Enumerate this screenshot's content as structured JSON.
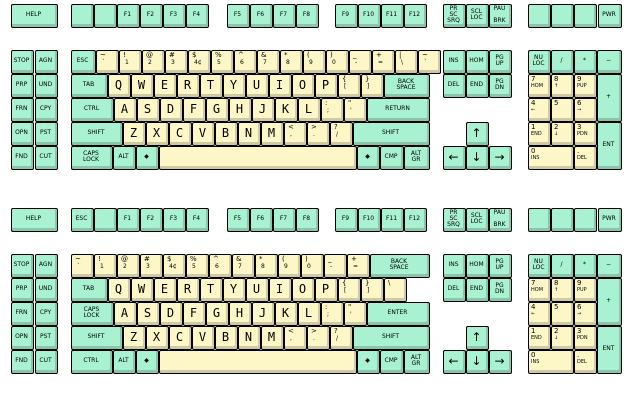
{
  "colors": {
    "function_key": "#a8f2d2",
    "alpha_key": "#fdf7c8",
    "border": "#000000"
  },
  "keyboards": [
    {
      "layout": "us",
      "function_row": {
        "help": "HELP",
        "f1": "F1",
        "f2": "F2",
        "f3": "F3",
        "f4": "F4",
        "f5": "F5",
        "f6": "F6",
        "f7": "F7",
        "f8": "F8",
        "f9": "F9",
        "f10": "F10",
        "f11": "F11",
        "f12": "F12",
        "prsc_srq": "PR\nSC\nSRQ",
        "scl_loc": "SCL\nLOC",
        "pau_brk": "PAU\n\nBRK",
        "pwr": "PWR"
      },
      "side_keys": [
        "STOP",
        "AGN",
        "PRP",
        "UND",
        "FRN",
        "CPY",
        "OPN",
        "PST",
        "FND",
        "CUT"
      ],
      "number_row": [
        {
          "t": "~",
          "b": "`"
        },
        {
          "t": "!",
          "b": "1"
        },
        {
          "t": "@",
          "b": "2"
        },
        {
          "t": "#",
          "b": "3"
        },
        {
          "t": "$",
          "b": "4¢"
        },
        {
          "t": "%",
          "b": "5"
        },
        {
          "t": "^",
          "b": "6"
        },
        {
          "t": "&",
          "b": "7"
        },
        {
          "t": "*",
          "b": "8"
        },
        {
          "t": "(",
          "b": "9"
        },
        {
          "t": ")",
          "b": "0"
        },
        {
          "t": "_",
          "b": "-"
        },
        {
          "t": "+",
          "b": "="
        },
        {
          "t": "|",
          "b": "\\"
        },
        {
          "t": "~",
          "b": "`"
        }
      ],
      "row_q": [
        "Q",
        "W",
        "E",
        "R",
        "T",
        "Y",
        "U",
        "I",
        "O",
        "P"
      ],
      "brackets": [
        {
          "t": "{",
          "b": "["
        },
        {
          "t": "}",
          "b": "]"
        }
      ],
      "row_a": [
        "A",
        "S",
        "D",
        "F",
        "G",
        "H",
        "J",
        "K",
        "L"
      ],
      "row_a_punct": [
        {
          "t": ":",
          "b": ";"
        },
        {
          "t": "\"",
          "b": "'"
        }
      ],
      "row_z": [
        "Z",
        "X",
        "C",
        "V",
        "B",
        "N",
        "M"
      ],
      "row_z_punct": [
        {
          "t": "<",
          "b": ","
        },
        {
          "t": ">",
          "b": "."
        },
        {
          "t": "?",
          "b": "/"
        }
      ],
      "mods": {
        "esc": "ESC",
        "tab": "TAB",
        "ctrl": "CTRL",
        "shift_left": "SHIFT",
        "caps_lock": "CAPS\nLOCK",
        "alt": "ALT",
        "diamond_left": "◆",
        "back_space": "BACK\nSPACE",
        "return": "RETURN",
        "shift_right": "SHIFT",
        "diamond_right": "◆",
        "cmp": "CMP",
        "alt_gr": "ALT\nGR"
      },
      "nav": {
        "ins": "INS",
        "hom": "HOM",
        "pg_up": "PG\nUP",
        "del": "DEL",
        "end": "END",
        "pg_dn": "PG\nDN"
      },
      "arrows": {
        "up": "↑",
        "left": "←",
        "down": "↓",
        "right": "→"
      },
      "numpad": {
        "nu_loc": "NU\nLOC",
        "slash": "/",
        "star": "*",
        "minus": "−",
        "plus": "+",
        "ent": "ENT",
        "keys": [
          {
            "t": "7",
            "b": "HOM"
          },
          {
            "t": "8",
            "b": "↑"
          },
          {
            "t": "9",
            "b": "PUP"
          },
          {
            "t": "4",
            "b": "←"
          },
          {
            "t": "5",
            "b": ""
          },
          {
            "t": "6",
            "b": "→"
          },
          {
            "t": "1",
            "b": "END"
          },
          {
            "t": "2",
            "b": "↓"
          },
          {
            "t": "3",
            "b": "PDN"
          },
          {
            "t": "0",
            "b": "INS"
          },
          {
            "t": ".",
            "b": "DEL"
          }
        ]
      }
    },
    {
      "layout": "uk",
      "function_row": {
        "help": "HELP",
        "esc": "ESC",
        "f1": "F1",
        "f2": "F2",
        "f3": "F3",
        "f4": "F4",
        "f5": "F5",
        "f6": "F6",
        "f7": "F7",
        "f8": "F8",
        "f9": "F9",
        "f10": "F10",
        "f11": "F11",
        "f12": "F12",
        "prsc_srq": "PR\nSC\nSRQ",
        "scl_loc": "SCL\nLOC",
        "pau_brk": "PAU\n\nBRK",
        "pwr": "PWR"
      },
      "side_keys": [
        "STOP",
        "AGN",
        "PRP",
        "UND",
        "FRN",
        "CPY",
        "OPN",
        "PST",
        "FND",
        "CUT"
      ],
      "number_row": [
        {
          "t": "~",
          "b": "`"
        },
        {
          "t": "!",
          "b": "1"
        },
        {
          "t": "@",
          "b": "2"
        },
        {
          "t": "#",
          "b": "3"
        },
        {
          "t": "$",
          "b": "4¢"
        },
        {
          "t": "%",
          "b": "5"
        },
        {
          "t": "^",
          "b": "6"
        },
        {
          "t": "&",
          "b": "7"
        },
        {
          "t": "*",
          "b": "8"
        },
        {
          "t": "(",
          "b": "9"
        },
        {
          "t": ")",
          "b": "0"
        },
        {
          "t": "_",
          "b": "-"
        },
        {
          "t": "+",
          "b": "="
        }
      ],
      "row_q": [
        "Q",
        "W",
        "E",
        "R",
        "T",
        "Y",
        "U",
        "I",
        "O",
        "P"
      ],
      "brackets": [
        {
          "t": "{",
          "b": "["
        },
        {
          "t": "}",
          "b": "]"
        },
        {
          "t": "\\",
          "b": ""
        }
      ],
      "row_a": [
        "A",
        "S",
        "D",
        "F",
        "G",
        "H",
        "J",
        "K",
        "L"
      ],
      "row_a_punct": [
        {
          "t": ":",
          "b": ";"
        },
        {
          "t": "\"",
          "b": "'"
        }
      ],
      "row_z": [
        "Z",
        "X",
        "C",
        "V",
        "B",
        "N",
        "M"
      ],
      "row_z_punct": [
        {
          "t": "<",
          "b": ","
        },
        {
          "t": ">",
          "b": "."
        },
        {
          "t": "?",
          "b": "/"
        }
      ],
      "mods": {
        "tab": "TAB",
        "caps_lock": "CAPS\nLOCK",
        "shift_left": "SHIFT",
        "ctrl": "CTRL",
        "alt": "ALT",
        "diamond_left": "◆",
        "back_space": "BACK\nSPACE",
        "enter": "ENTER",
        "shift_right": "SHIFT",
        "diamond_right": "◆",
        "cmp": "CMP",
        "alt_gr": "ALT\nGR"
      },
      "nav": {
        "ins": "INS",
        "hom": "HOM",
        "pg_up": "PG\nUP",
        "del": "DEL",
        "end": "END",
        "pg_dn": "PG\nDN"
      },
      "arrows": {
        "up": "↑",
        "left": "←",
        "down": "↓",
        "right": "→"
      },
      "numpad": {
        "nu_loc": "NU\nLOC",
        "slash": "/",
        "star": "*",
        "minus": "−",
        "plus": "+",
        "ent": "ENT",
        "keys": [
          {
            "t": "7",
            "b": "HOM"
          },
          {
            "t": "8",
            "b": "↑"
          },
          {
            "t": "9",
            "b": "PUP"
          },
          {
            "t": "4",
            "b": "←"
          },
          {
            "t": "5",
            "b": ""
          },
          {
            "t": "6",
            "b": "→"
          },
          {
            "t": "1",
            "b": "END"
          },
          {
            "t": "2",
            "b": "↓"
          },
          {
            "t": "3",
            "b": "PDN"
          },
          {
            "t": "0",
            "b": "INS"
          },
          {
            "t": ".",
            "b": "DEL"
          }
        ]
      }
    }
  ]
}
